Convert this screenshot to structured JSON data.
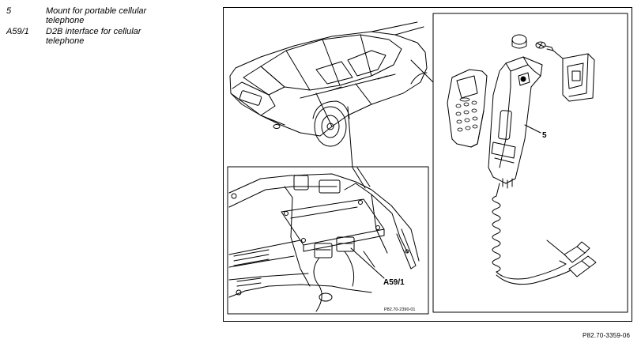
{
  "legend": [
    {
      "key": "5",
      "text": "Mount for portable cellular telephone"
    },
    {
      "key": "A59/1",
      "text": "D2B interface for cellular telephone"
    }
  ],
  "callouts": {
    "mount": "5",
    "interface": "A59/1",
    "detail_ref": "P82.70-2390-01"
  },
  "figure_id": "P82.70-3359-06"
}
